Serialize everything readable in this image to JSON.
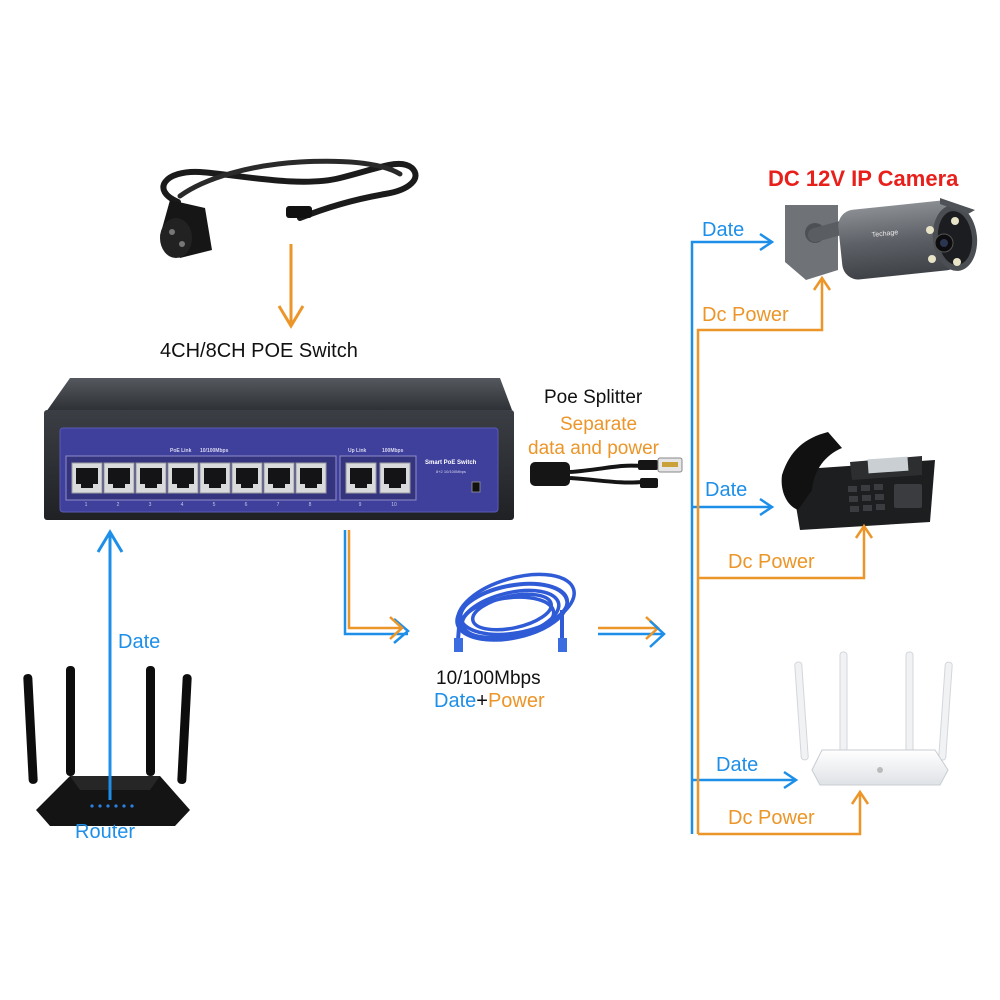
{
  "title_switch": "4CH/8CH POE Switch",
  "poe_splitter": {
    "title": "Poe Splitter",
    "subtitle_line1": "Separate",
    "subtitle_line2": "data and power"
  },
  "camera_title": "DC 12V IP Camera",
  "router_label": "Router",
  "cable_label": {
    "speed": "10/100Mbps",
    "date": "Date",
    "plus": "+",
    "power": "Power"
  },
  "labels": {
    "date": "Date",
    "dc_power": "Dc Power"
  },
  "switch_panel": {
    "poe_link": "PoE Link",
    "speed": "10/100Mbps",
    "uplink": "Up Link",
    "uplink_speed": "100Mbps",
    "brand": "Smart PoE Switch",
    "model": "8+2 10/100Mbps",
    "port_numbers": [
      "1",
      "2",
      "3",
      "4",
      "5",
      "6",
      "7",
      "8",
      "9",
      "10"
    ]
  },
  "camera_brand": "Techage",
  "colors": {
    "data": "#1e8fe8",
    "power": "#ec9528",
    "camera_title": "#e8201c",
    "switch_body": "#3a3d42",
    "switch_panel": "#3f3f9c"
  },
  "icons": [
    "power-cord-icon",
    "poe-switch-icon",
    "poe-splitter-icon",
    "ethernet-cable-icon",
    "ip-camera-icon",
    "desk-phone-icon",
    "wifi-router-white-icon",
    "wifi-router-black-icon"
  ]
}
